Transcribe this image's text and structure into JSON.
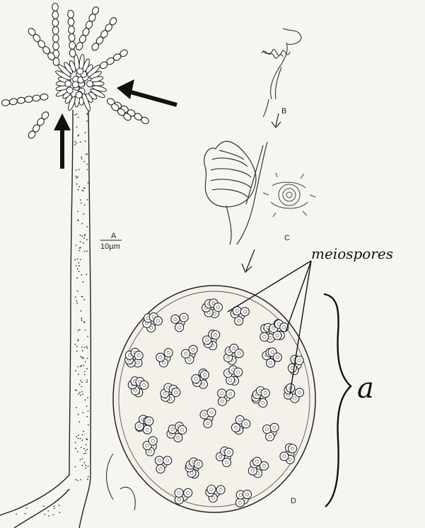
{
  "labels": {
    "panel_a": "A",
    "scale": "10µm",
    "panel_b": "B",
    "panel_c": "C",
    "panel_d": "D"
  },
  "annotations": {
    "meiospores": "meiospores",
    "bracket_label": "a"
  },
  "colors": {
    "ink": "#1a1a1a",
    "paper": "#f7f5ef"
  }
}
